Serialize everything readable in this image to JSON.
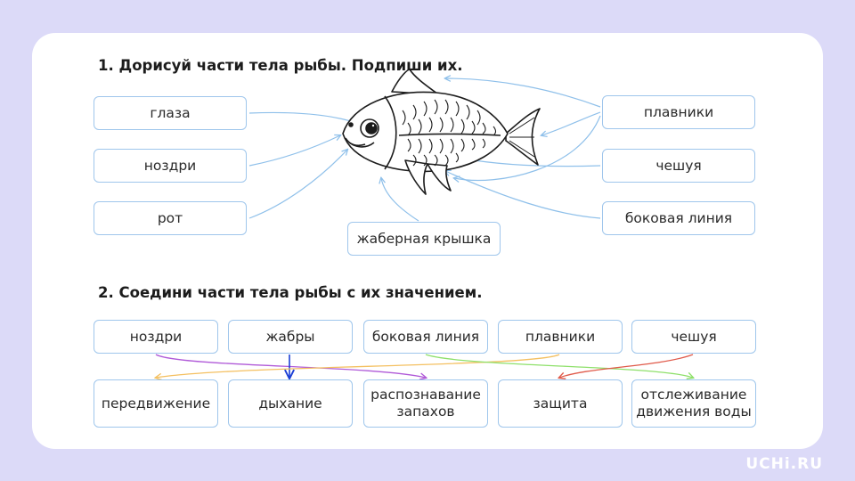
{
  "task1": {
    "title": "1. Дорисуй части тела рыбы. Подпиши их.",
    "labels": {
      "eyes": "глаза",
      "nostrils": "ноздри",
      "mouth": "рот",
      "gill_cover": "жаберная крышка",
      "fins": "плавники",
      "scales": "чешуя",
      "lateral_line": "боковая линия"
    }
  },
  "task2": {
    "title": "2. Соедини части тела рыбы с их значением.",
    "parts": [
      "ноздри",
      "жабры",
      "боковая линия",
      "плавники",
      "чешуя"
    ],
    "meanings": [
      "передвижение",
      "дыхание",
      "распознавание\nзапахов",
      "защита",
      "отслеживание\nдвижения воды"
    ]
  },
  "colors": {
    "background": "#dcdaf8",
    "box_border": "#9fc6ec",
    "arrow_blue": "#8fc0ea",
    "line_purple": "#b05ad8",
    "line_blue": "#1a3fd6",
    "line_orange": "#f4c061",
    "line_green": "#8ee06a",
    "line_red": "#e05a4a"
  },
  "brand": "UCHi.RU"
}
